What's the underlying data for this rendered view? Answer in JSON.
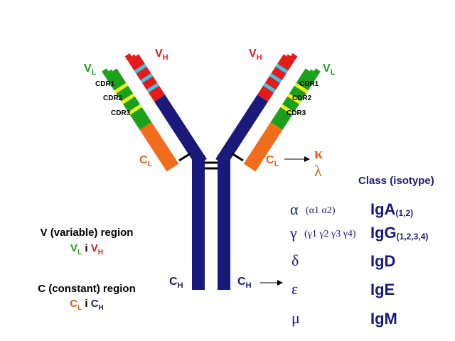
{
  "colors": {
    "heavy": "#1a1a7a",
    "variable_heavy": "#e31b1b",
    "variable_light": "#1aa01a",
    "constant_light": "#f26d1b",
    "cdr_light": "#f2f01a",
    "cdr_heavy": "#38c7e6",
    "disulfide": "#000000",
    "isotype_text": "#1a1a7a",
    "orange_text": "#e2621b"
  },
  "labels": {
    "vh_left": {
      "main": "V",
      "sub": "H"
    },
    "vh_right": {
      "main": "V",
      "sub": "H"
    },
    "vl_left": {
      "main": "V",
      "sub": "L"
    },
    "vl_right": {
      "main": "V",
      "sub": "L"
    },
    "cl_left": {
      "main": "C",
      "sub": "L"
    },
    "cl_right": {
      "main": "C",
      "sub": "L"
    },
    "ch_left": {
      "main": "C",
      "sub": "H"
    },
    "ch_right": {
      "main": "C",
      "sub": "H"
    },
    "cdr_left": [
      "CDR1",
      "CDR2",
      "CDR3"
    ],
    "cdr_right": [
      "CDR1",
      "CDR2",
      "CDR3"
    ]
  },
  "light_chain_types": [
    "κ",
    "λ"
  ],
  "class_heading": "Class (isotype)",
  "isotypes": [
    {
      "greek": "α",
      "subclasses": [
        "α1",
        "α2"
      ],
      "name": "IgA",
      "suffix": "(1,2)"
    },
    {
      "greek": "γ",
      "subclasses": [
        "γ1",
        "γ2",
        "γ3",
        "γ4"
      ],
      "name": "IgG",
      "suffix": "(1,2,3,4)"
    },
    {
      "greek": "δ",
      "subclasses": [],
      "name": "IgD",
      "suffix": ""
    },
    {
      "greek": "ε",
      "subclasses": [],
      "name": "IgE",
      "suffix": ""
    },
    {
      "greek": "μ",
      "subclasses": [],
      "name": "IgM",
      "suffix": ""
    }
  ],
  "legend": {
    "variable_title": "V (variable) region",
    "variable_parts": {
      "a_main": "V",
      "a_sub": "L",
      "join": " i ",
      "b_main": "V",
      "b_sub": "H"
    },
    "constant_title": "C (constant) region",
    "constant_parts": {
      "a_main": "C",
      "a_sub": "L",
      "join": " i ",
      "b_main": "C",
      "b_sub": "H"
    }
  }
}
